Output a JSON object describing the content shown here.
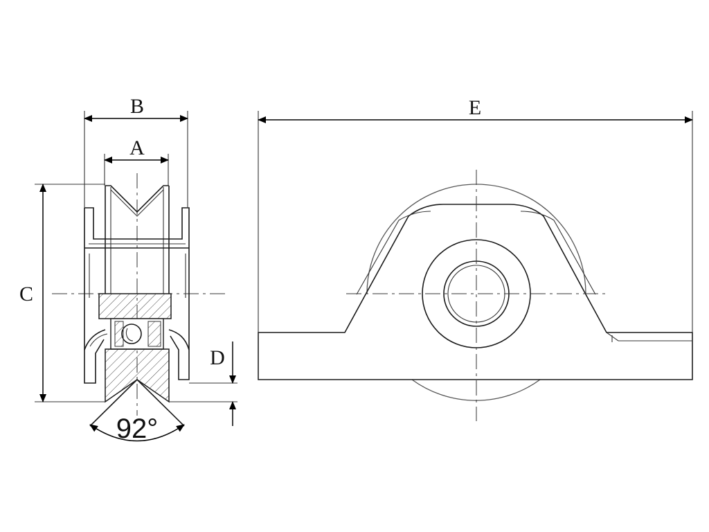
{
  "labels": {
    "a": "A",
    "b": "B",
    "c": "C",
    "d": "D",
    "e": "E",
    "angle": "92°"
  },
  "colors": {
    "line": "#1a1a1a",
    "background": "#ffffff"
  }
}
